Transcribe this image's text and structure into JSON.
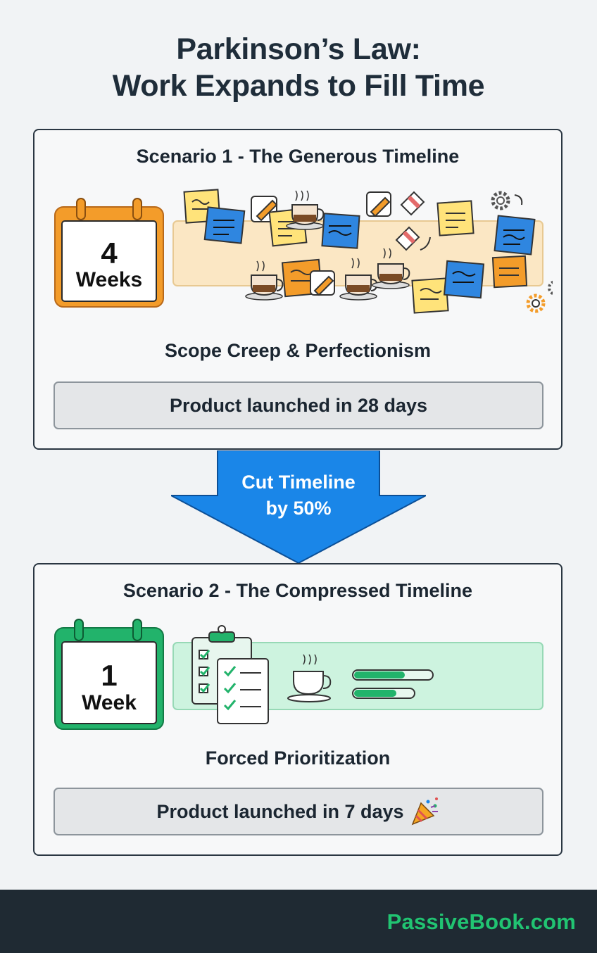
{
  "header": {
    "title_line1": "Parkinson’s Law:",
    "title_line2": "Work Expands to Fill Time"
  },
  "scenario1": {
    "title": "Scenario 1 - The Generous Timeline",
    "calendar_number": "4",
    "calendar_unit": "Weeks",
    "calendar_color": "#f39c2a",
    "strip_color": "#fbe7c4",
    "subtitle": "Scope Creep & Perfectionism",
    "result": "Product launched in 28 days"
  },
  "transition": {
    "label_line1": "Cut Timeline",
    "label_line2": "by 50%",
    "arrow_color": "#1a86e8"
  },
  "scenario2": {
    "title": "Scenario 2 - The Compressed Timeline",
    "calendar_number": "1",
    "calendar_unit": "Week",
    "calendar_color": "#22b36b",
    "strip_color": "#cdf3df",
    "subtitle": "Forced Prioritization",
    "result": "Product launched in 7 days",
    "result_icon": "party-popper-icon"
  },
  "footer": {
    "brand": "PassiveBook.com"
  }
}
